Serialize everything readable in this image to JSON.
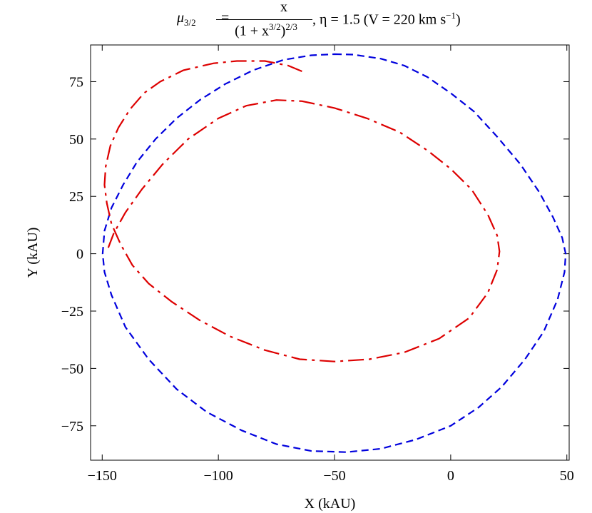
{
  "chart_data": {
    "type": "line",
    "title": {
      "mu_symbol": "μ",
      "mu_subscript": "3/2",
      "equals": "=",
      "numerator": "x",
      "denominator": "(1 + x",
      "denominator_exp": "3/2",
      "denominator_close": ")",
      "denominator_power": "2/3",
      "rest": ", η = 1.5 (V = 220 km s",
      "rest_exp": "−1",
      "rest_close": ")"
    },
    "xlabel": "X (kAU)",
    "ylabel": "Y (kAU)",
    "xlim": [
      -155,
      51
    ],
    "ylim": [
      -90,
      91
    ],
    "xticks": [
      -150,
      -100,
      -50,
      0,
      50
    ],
    "yticks": [
      -75,
      -50,
      -25,
      0,
      25,
      50,
      75
    ],
    "xtick_labels": [
      "−150",
      "−100",
      "−50",
      "0",
      "50"
    ],
    "ytick_labels": [
      "−75",
      "−50",
      "−25",
      "0",
      "25",
      "50",
      "75"
    ],
    "grid": false,
    "series": [
      {
        "style": "dashed",
        "color": "#0000dd",
        "points": [
          [
            -50,
            87
          ],
          [
            -42,
            86.8
          ],
          [
            -30,
            85
          ],
          [
            -20,
            82
          ],
          [
            -10,
            77
          ],
          [
            0,
            70
          ],
          [
            10,
            62
          ],
          [
            20,
            51
          ],
          [
            30,
            39
          ],
          [
            38,
            27
          ],
          [
            44,
            16
          ],
          [
            48,
            7
          ],
          [
            49.5,
            0
          ],
          [
            49,
            -8
          ],
          [
            46,
            -20
          ],
          [
            40,
            -34
          ],
          [
            32,
            -46
          ],
          [
            22,
            -58
          ],
          [
            12,
            -67
          ],
          [
            0,
            -75
          ],
          [
            -15,
            -81
          ],
          [
            -30,
            -85
          ],
          [
            -45,
            -86.5
          ],
          [
            -60,
            -86
          ],
          [
            -75,
            -83
          ],
          [
            -90,
            -77
          ],
          [
            -105,
            -69
          ],
          [
            -118,
            -59
          ],
          [
            -130,
            -46
          ],
          [
            -140,
            -32
          ],
          [
            -146,
            -18
          ],
          [
            -149,
            -8
          ],
          [
            -149.8,
            0
          ],
          [
            -149,
            10
          ],
          [
            -146,
            20
          ],
          [
            -141,
            30
          ],
          [
            -135,
            40
          ],
          [
            -127,
            50
          ],
          [
            -118,
            59
          ],
          [
            -108,
            67
          ],
          [
            -97,
            74
          ],
          [
            -85,
            80
          ],
          [
            -72,
            84.5
          ],
          [
            -60,
            86.5
          ],
          [
            -50,
            87
          ]
        ]
      },
      {
        "style": "dashdot",
        "color": "#dd0000",
        "points": [
          [
            -64,
            79.5
          ],
          [
            -70,
            82
          ],
          [
            -80,
            84
          ],
          [
            -92,
            84
          ],
          [
            -102,
            83
          ],
          [
            -115,
            80
          ],
          [
            -125,
            75
          ],
          [
            -132,
            70
          ],
          [
            -138,
            63
          ],
          [
            -143,
            55
          ],
          [
            -146.5,
            47
          ],
          [
            -148.5,
            38
          ],
          [
            -149,
            30
          ],
          [
            -148,
            22
          ],
          [
            -146,
            13
          ],
          [
            -142,
            4
          ],
          [
            -137,
            -5
          ],
          [
            -130,
            -13
          ],
          [
            -120,
            -21
          ],
          [
            -108,
            -29
          ],
          [
            -95,
            -36
          ],
          [
            -80,
            -42
          ],
          [
            -65,
            -46
          ],
          [
            -50,
            -47
          ],
          [
            -35,
            -46
          ],
          [
            -20,
            -43
          ],
          [
            -5,
            -37
          ],
          [
            8,
            -28
          ],
          [
            16,
            -17
          ],
          [
            20,
            -7
          ],
          [
            21,
            1
          ],
          [
            20,
            8
          ],
          [
            16,
            17
          ],
          [
            9,
            28
          ],
          [
            0,
            37
          ],
          [
            -10,
            45
          ],
          [
            -22,
            53
          ],
          [
            -36,
            59
          ],
          [
            -50,
            63.5
          ],
          [
            -64,
            66.5
          ],
          [
            -75,
            67
          ],
          [
            -88,
            64.5
          ],
          [
            -100,
            59
          ],
          [
            -113,
            50
          ],
          [
            -124,
            39
          ],
          [
            -133,
            28
          ],
          [
            -140,
            18
          ],
          [
            -145,
            9
          ],
          [
            -148,
            1
          ]
        ]
      }
    ]
  }
}
